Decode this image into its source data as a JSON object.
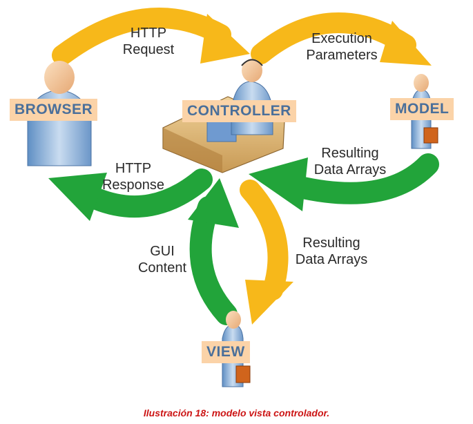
{
  "nodes": {
    "browser": "BROWSER",
    "controller": "CONTROLLER",
    "model": "MODEL",
    "view": "VIEW"
  },
  "edges": {
    "http_request": [
      "HTTP",
      "Request"
    ],
    "execution_parameters": [
      "Execution",
      "Parameters"
    ],
    "resulting_data_model": [
      "Resulting",
      "Data Arrays"
    ],
    "http_response": [
      "HTTP",
      "Response"
    ],
    "resulting_data_view": [
      "Resulting",
      "Data Arrays"
    ],
    "gui_content": [
      "GUI",
      "Content"
    ]
  },
  "colors": {
    "request_arrow": "#f7b81a",
    "response_arrow": "#22a43a",
    "label_box": "#fbd3a8",
    "label_text": "#4a6f9a",
    "caption": "#cc1414"
  },
  "caption": "Ilustración 18: modelo vista controlador."
}
